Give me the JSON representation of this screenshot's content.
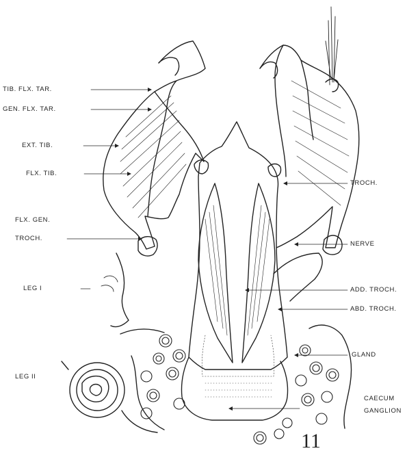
{
  "figure": {
    "number": "11",
    "left_labels": [
      {
        "id": "tib-flx-tar",
        "text": "TIB. FLX. TAR."
      },
      {
        "id": "gen-flx-tar",
        "text": "GEN. FLX. TAR."
      },
      {
        "id": "ext-tib",
        "text": "EXT. TIB."
      },
      {
        "id": "flx-tib",
        "text": "FLX. TIB."
      },
      {
        "id": "flx-gen",
        "text": "FLX. GEN."
      },
      {
        "id": "troch-left",
        "text": "TROCH."
      },
      {
        "id": "leg-i",
        "text": "LEG I"
      },
      {
        "id": "leg-ii",
        "text": "LEG II"
      }
    ],
    "right_labels": [
      {
        "id": "troch-right",
        "text": "TROCH."
      },
      {
        "id": "nerve",
        "text": "NERVE"
      },
      {
        "id": "add-troch",
        "text": "ADD. TROCH."
      },
      {
        "id": "abd-troch",
        "text": "ABD. TROCH."
      },
      {
        "id": "gland",
        "text": "GLAND"
      },
      {
        "id": "caecum",
        "text": "CAECUM"
      },
      {
        "id": "ganglion",
        "text": "GANGLION"
      }
    ],
    "colors": {
      "ink": "#222222",
      "paper": "#ffffff"
    }
  }
}
